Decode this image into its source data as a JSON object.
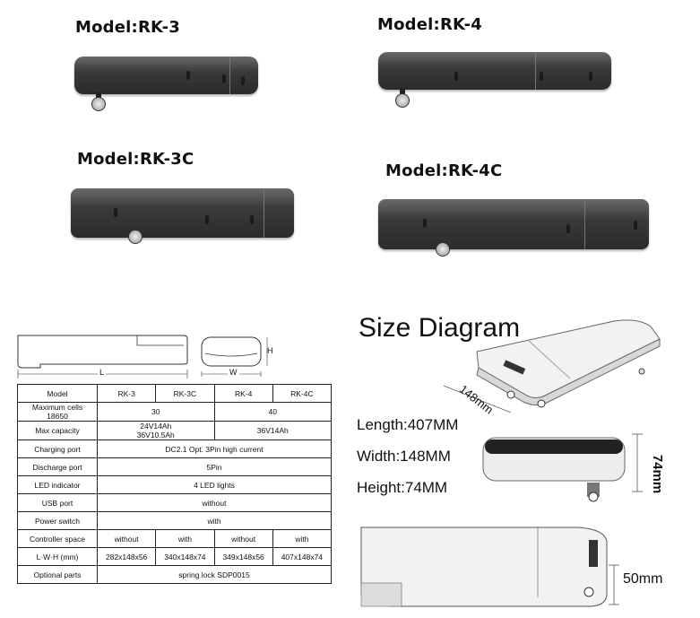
{
  "models": {
    "rk3": "Model:RK-3",
    "rk4": "Model:RK-4",
    "rk3c": "Model:RK-3C",
    "rk4c": "Model:RK-4C"
  },
  "schematic": {
    "h_label": "H",
    "l_label": "L",
    "w_label": "W"
  },
  "table": {
    "header": [
      "Model",
      "RK-3",
      "RK-3C",
      "RK-4",
      "RK-4C"
    ],
    "max_cells_label_1": "Maximum cells",
    "max_cells_label_2": "18650",
    "max_cells_a": "30",
    "max_cells_b": "40",
    "capacity_label": "Max capacity",
    "capacity_a_1": "24V14Ah",
    "capacity_a_2": "36V10.5Ah",
    "capacity_b": "36V14Ah",
    "charging_label": "Charging port",
    "charging_value": "DC2.1  Opt. 3Pin high current",
    "discharge_label": "Discharge port",
    "discharge_value": "5Pin",
    "led_label": "LED indicator",
    "led_value": "4 LED lights",
    "usb_label": "USB port",
    "usb_value": "without",
    "power_label": "Power switch",
    "power_value": "with",
    "controller_label": "Controller space",
    "controller_values": [
      "without",
      "with",
      "without",
      "with"
    ],
    "lwh_label": "L·W·H (mm)",
    "lwh_values": [
      "282x148x56",
      "340x148x74",
      "349x148x56",
      "407x148x74"
    ],
    "optional_label": "Optional parts",
    "optional_value": "spring lock SDP0015"
  },
  "size": {
    "title": "Size Diagram",
    "length": "Length:407MM",
    "width": "Width:148MM",
    "height": "Height:74MM",
    "dim_148": "148mm",
    "dim_74": "74mm",
    "dim_50": "50mm"
  }
}
